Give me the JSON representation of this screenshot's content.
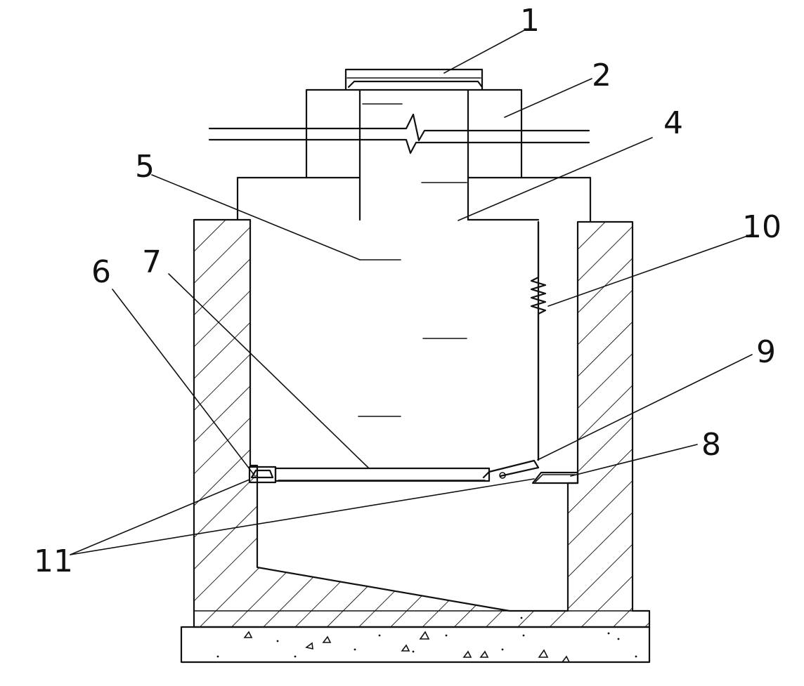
{
  "callouts": [
    {
      "id": "callout-1",
      "label": "1"
    },
    {
      "id": "callout-2",
      "label": "2"
    },
    {
      "id": "callout-4",
      "label": "4"
    },
    {
      "id": "callout-5",
      "label": "5"
    },
    {
      "id": "callout-6",
      "label": "6"
    },
    {
      "id": "callout-7",
      "label": "7"
    },
    {
      "id": "callout-8",
      "label": "8"
    },
    {
      "id": "callout-9",
      "label": "9"
    },
    {
      "id": "callout-10",
      "label": "10"
    },
    {
      "id": "callout-11",
      "label": "11"
    }
  ],
  "colors": {
    "line": "#111111",
    "background": "#ffffff"
  }
}
